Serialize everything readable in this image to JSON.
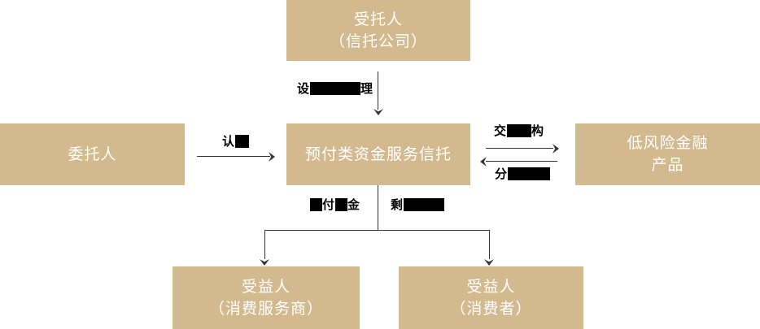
{
  "diagram": {
    "type": "flowchart",
    "boxes": {
      "trustee": {
        "line1": "受托人",
        "line2": "（信托公司）"
      },
      "principal": {
        "line1": "委托人"
      },
      "trust": {
        "line1": "预付类资金服务信托"
      },
      "products": {
        "line1": "低风险金融",
        "line2": "产品"
      },
      "beneficiary_provider": {
        "line1": "受益人",
        "line2": "（消费服务商）"
      },
      "beneficiary_consumer": {
        "line1": "受益人",
        "line2": "（消费者）"
      }
    },
    "edge_labels": {
      "manage": {
        "prefix": "设",
        "suffix": "理",
        "redacted": true
      },
      "subscribe": {
        "prefix": "认",
        "suffix": "",
        "redacted": true
      },
      "transaction": {
        "prefix": "交",
        "suffix": "构",
        "redacted": true
      },
      "distribute": {
        "prefix": "分",
        "suffix": "",
        "redacted": true
      },
      "pay": {
        "seg1": "付",
        "seg2": "金",
        "redacted": true
      },
      "remaining": {
        "prefix": "剩",
        "suffix": "",
        "redacted": true
      }
    },
    "colors": {
      "box_fill": "#d3b98e",
      "box_text": "#ffffff",
      "connector": "#333333",
      "label_text": "#000000",
      "redaction": "#000000",
      "background": "#ffffff"
    }
  }
}
